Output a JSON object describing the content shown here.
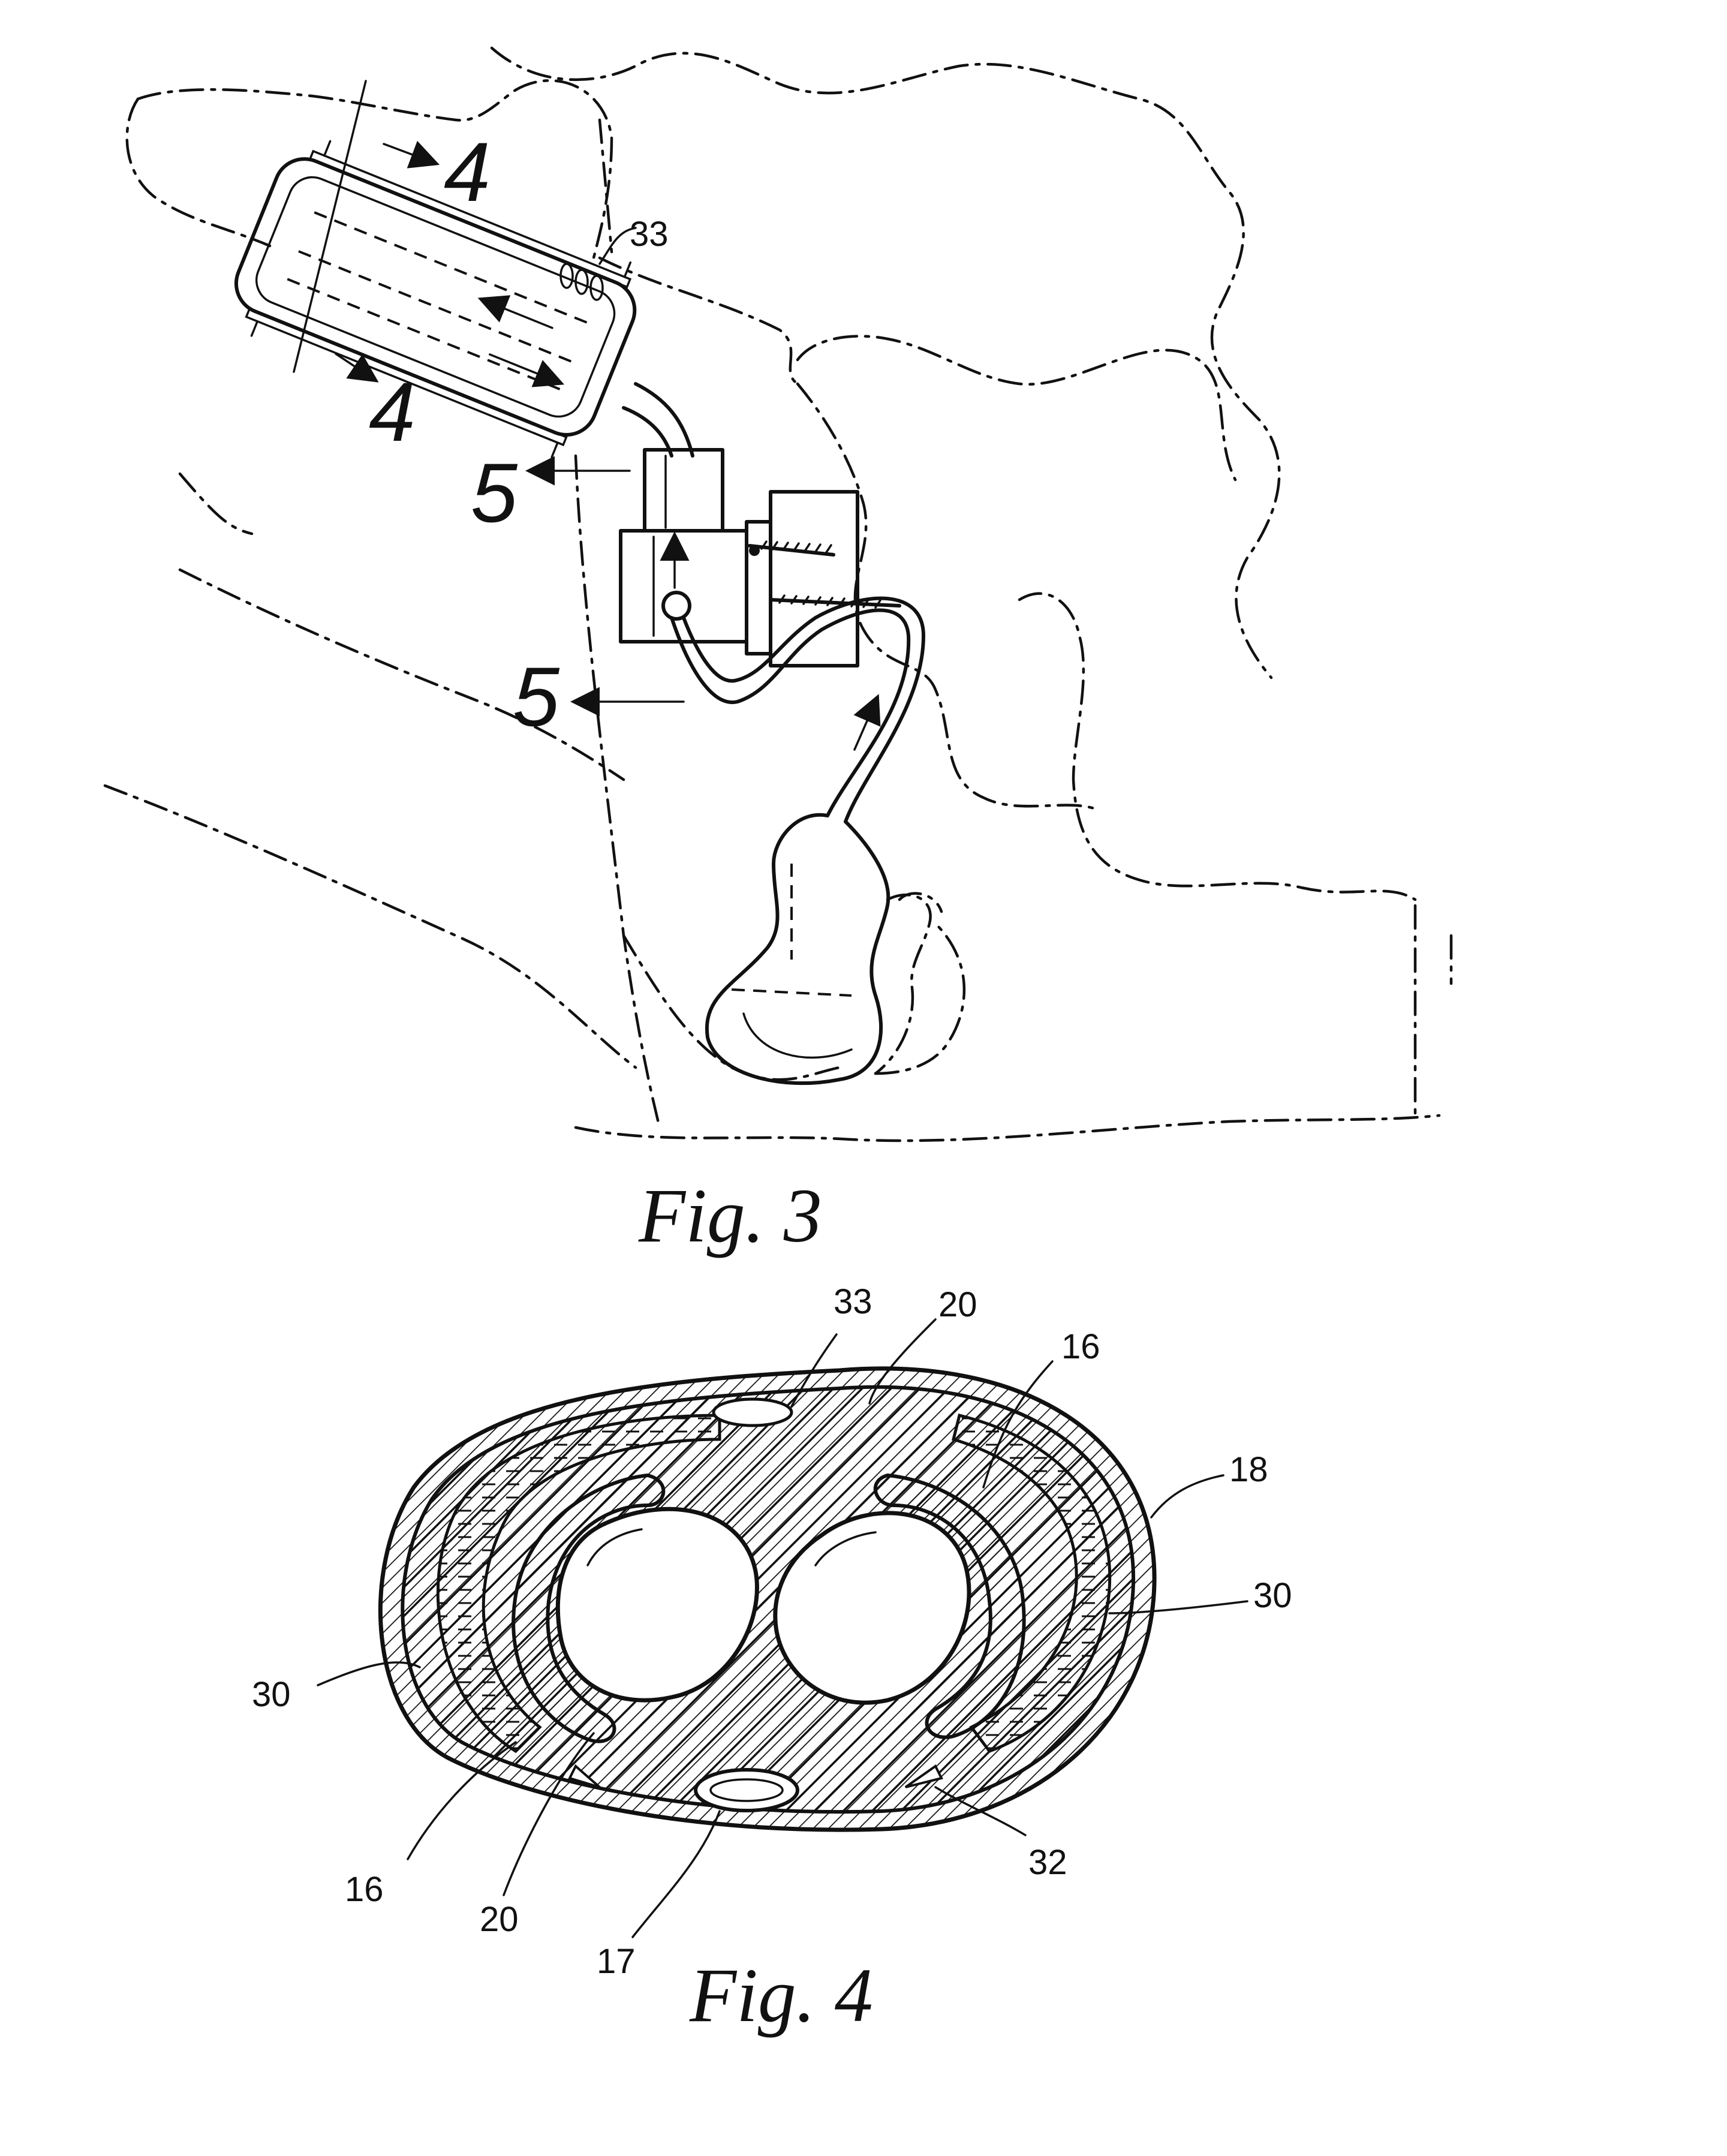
{
  "figure3": {
    "caption": "Fig. 3",
    "labels": {
      "section_4_top": "4",
      "section_4_bottom": "4",
      "section_5_top": "5",
      "section_5_bottom": "5",
      "ref_33": "33"
    }
  },
  "figure4": {
    "caption": "Fig. 4",
    "labels": {
      "ref_33": "33",
      "ref_20_top": "20",
      "ref_16_right": "16",
      "ref_18": "18",
      "ref_30_right": "30",
      "ref_30_left": "30",
      "ref_16_left": "16",
      "ref_20_bottom": "20",
      "ref_17": "17",
      "ref_32": "32"
    }
  },
  "colors": {
    "ink": "#111111",
    "paper": "#ffffff"
  }
}
